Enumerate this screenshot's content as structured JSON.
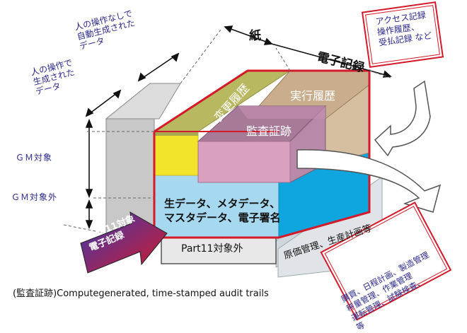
{
  "labels": {
    "paper": "紙",
    "electronic_record": "電子記録",
    "auto_generated": [
      "人の操作なしで",
      "自動生成された",
      "データ"
    ],
    "human_generated": [
      "人の操作で",
      "生成された",
      "データ"
    ],
    "gm_target": "ＧＭ対象",
    "gm_non_target": "ＧＭ対象外",
    "change_history": "変更履歴",
    "execution_history": "実行履歴",
    "audit_trail": "監査証跡",
    "raw_data": [
      "生データ、メタデータ、",
      "マスタデータ、電子署名"
    ],
    "part11_non_target": "Part11対象外",
    "cost_production": "原価管理、生産計画等",
    "part11_target": [
      "Part11対象",
      "電子記録"
    ],
    "access_log": [
      "アクセス記録",
      "操作履歴、",
      "受払記録 など"
    ],
    "business_mgmt": [
      "購買、日程計画、製造管理",
      "秤量管理、作業管理",
      "運転管理、試験検査、",
      "等"
    ],
    "footnote": "(監査証跡)Computegenerated, time-stamped audit trails"
  },
  "colors": {
    "red_outline": "#d41a2a",
    "olive": "#b8b860",
    "tan": "#c9ad8c",
    "yellow": "#f2e42a",
    "mauve": "#c790b4",
    "light_blue": "#a6d8f0",
    "blue": "#0fa6e0",
    "navy_text": "#2c2a8c"
  }
}
